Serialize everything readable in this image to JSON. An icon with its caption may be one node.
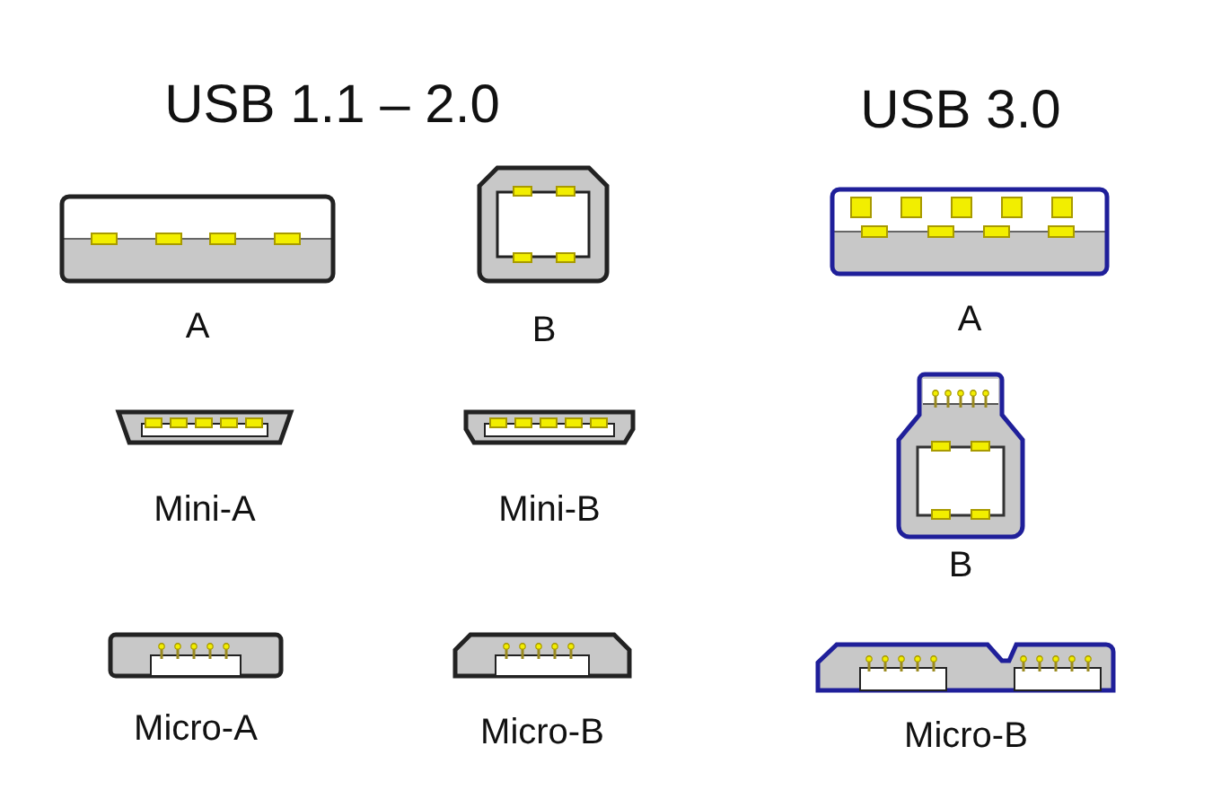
{
  "diagram": {
    "nodes": [
      {
        "text": [
          "A"
        ]
      },
      {
        "text": [
          "B"
        ]
      },
      {
        "text": [
          "A"
        ]
      },
      {
        "text": [
          "Mini-A"
        ]
      },
      {
        "text": [
          "Mini-B"
        ]
      },
      {
        "text": [
          "B"
        ]
      },
      {
        "text": [
          "Micro-A"
        ]
      },
      {
        "text": [
          "Micro-B"
        ]
      },
      {
        "text": [
          "Micro-B"
        ]
      }
    ],
    "labels": [
      "USB 1.1 – 2.0",
      "USB 3.0"
    ]
  }
}
